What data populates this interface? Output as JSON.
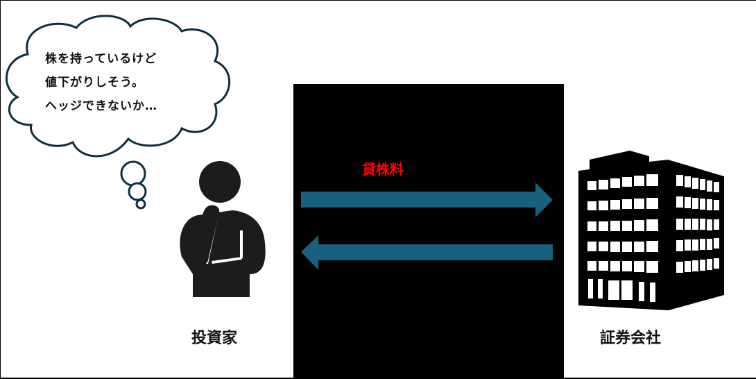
{
  "thought_bubble": {
    "lines": [
      "株を持っているけど",
      "値下がりしそう。",
      "ヘッジできないか…"
    ],
    "stroke_color": "#0d2d40"
  },
  "flow": {
    "fee_label": "貸株料",
    "fee_label_color": "#ff0000",
    "arrow_color": "#17607f",
    "arrows": [
      {
        "direction": "right",
        "from": "investor",
        "to": "broker"
      },
      {
        "direction": "left",
        "from": "broker",
        "to": "investor"
      }
    ]
  },
  "actors": {
    "investor": {
      "label": "投資家",
      "icon": "thinking-person-icon"
    },
    "broker": {
      "label": "証券会社",
      "icon": "office-building-icon"
    }
  },
  "redaction_box_color": "#000000"
}
